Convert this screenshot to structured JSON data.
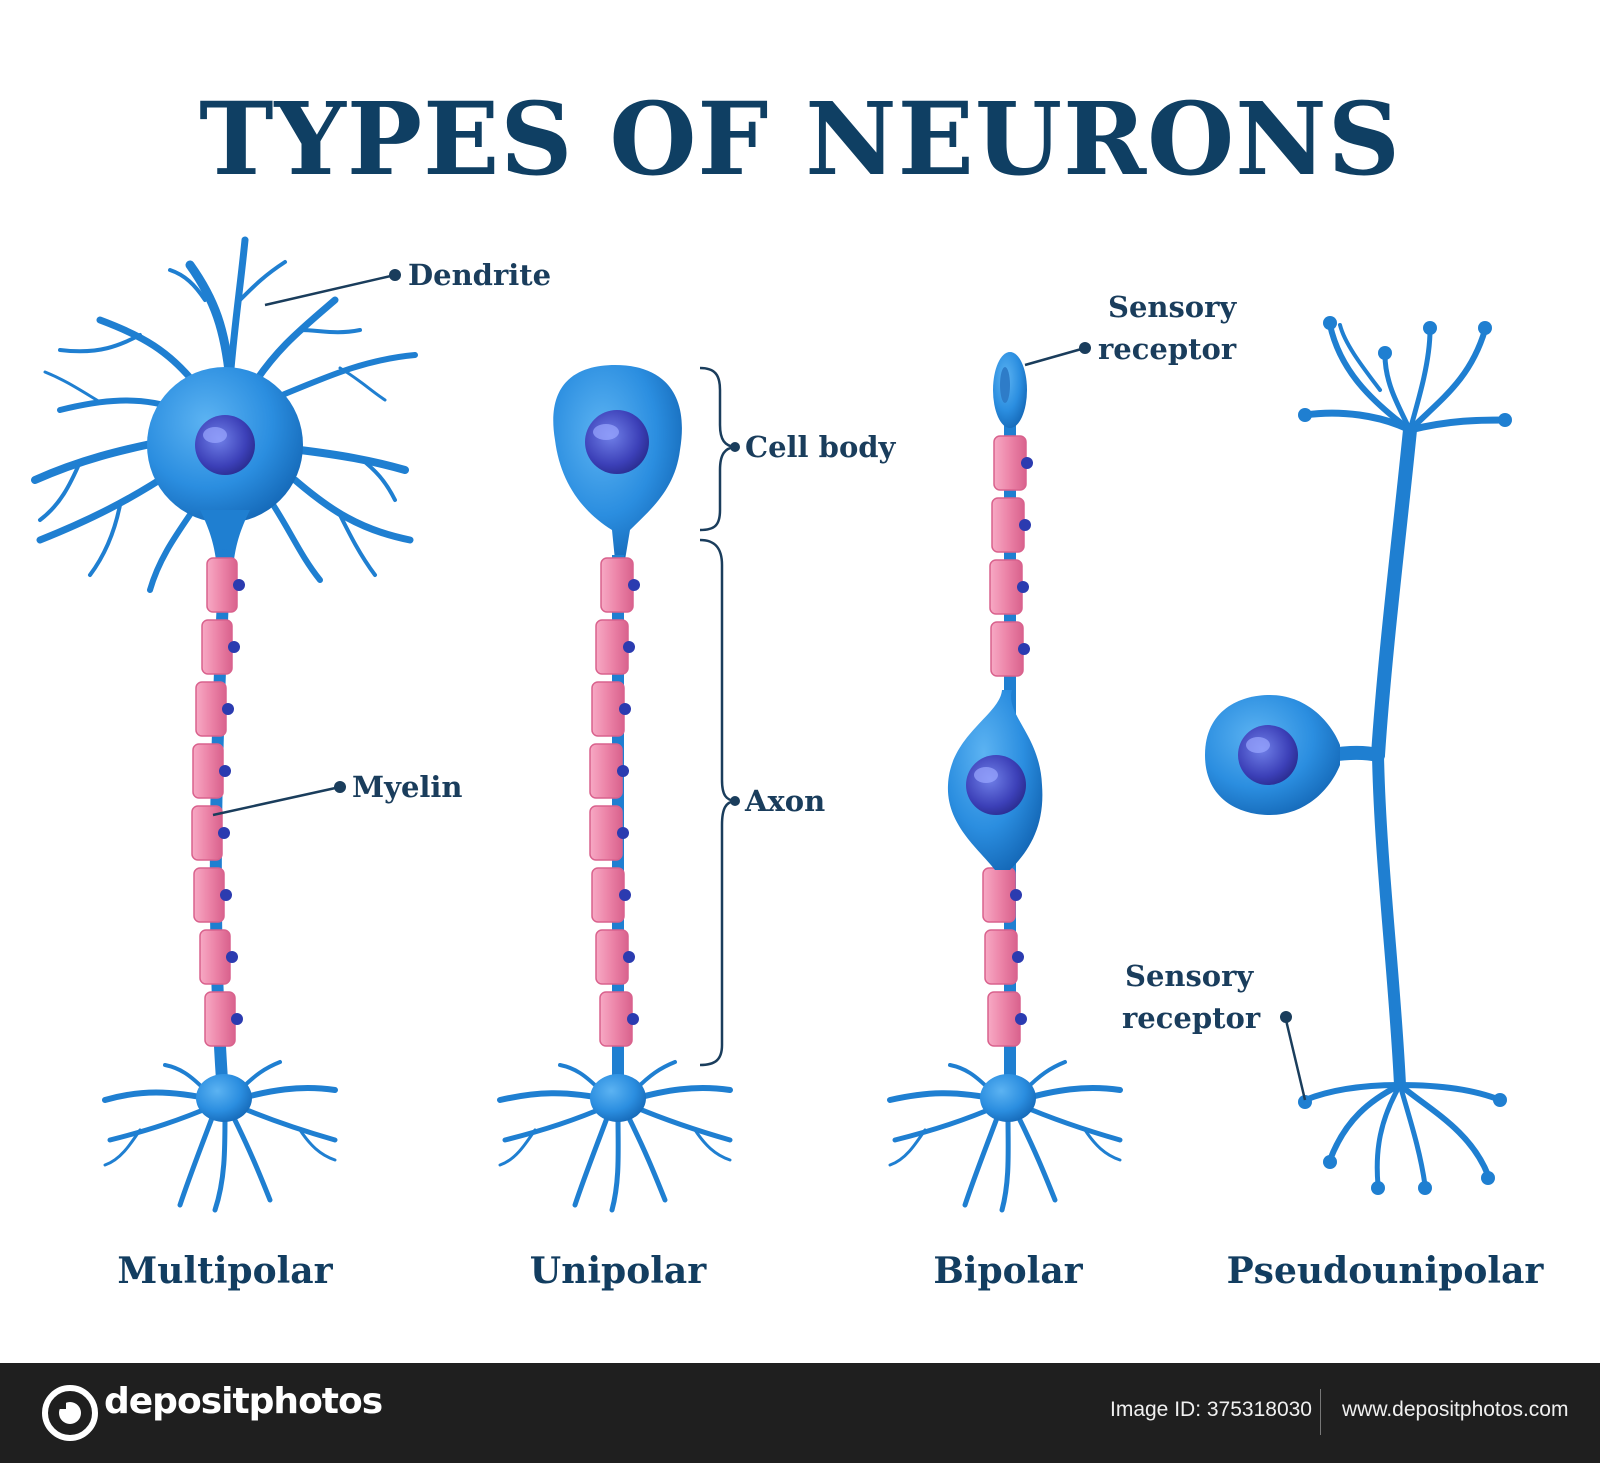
{
  "title": "TYPES OF NEURONS",
  "labels": {
    "dendrite": "Dendrite",
    "myelin": "Myelin",
    "cell_body": "Cell body",
    "axon": "Axon",
    "sensory_receptor_top_1": "Sensory",
    "sensory_receptor_top_2": "receptor",
    "sensory_receptor_bottom_1": "Sensory",
    "sensory_receptor_bottom_2": "receptor"
  },
  "neuron_types": [
    "Multipolar",
    "Unipolar",
    "Bipolar",
    "Pseudounipolar"
  ],
  "footer": {
    "logo_text": "depositphotos",
    "image_id": "Image ID: 375318030",
    "website": "www.depositphotos.com"
  },
  "colors": {
    "title": "#0f3f63",
    "neuron_blue": "#1f7fd1",
    "myelin_pink": "#f08fb0",
    "nucleus": "#3a3fb8",
    "footer_bg": "#1f1f1f"
  }
}
